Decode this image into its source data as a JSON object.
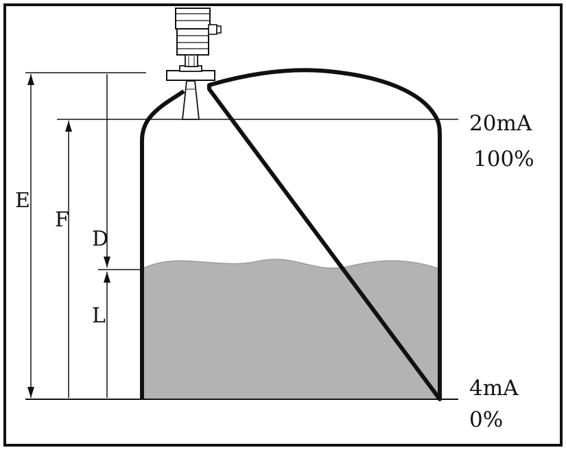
{
  "dimensions": {
    "E": "E",
    "F": "F",
    "D": "D",
    "L": "L"
  },
  "levels": {
    "top_current": "20mA",
    "top_percent": "100%",
    "bottom_current": "4mA",
    "bottom_percent": "0%"
  },
  "colors": {
    "liquid": "#b3b3b3",
    "line": "#111111",
    "background": "#ffffff"
  },
  "icons": {
    "sensor": "radar-level-transmitter-icon",
    "tank": "storage-tank-icon"
  }
}
